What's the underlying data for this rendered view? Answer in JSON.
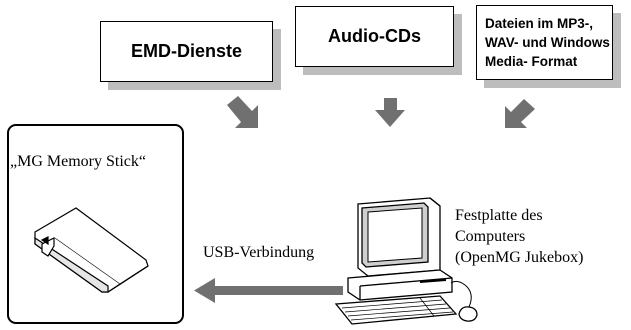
{
  "sources": [
    {
      "label": "EMD-Dienste"
    },
    {
      "label": "Audio-CDs"
    },
    {
      "label": "Dateien im MP3-,\nWAV- und Windows\nMedia- Format"
    }
  ],
  "memory_stick": {
    "label": "„MG Memory Stick“"
  },
  "connection": {
    "label": "USB-Verbindung"
  },
  "computer": {
    "label_lines": [
      "Festplatte des",
      "Computers",
      "(OpenMG Jukebox)"
    ]
  },
  "colors": {
    "arrow": "#707070",
    "shadow": "#bdbdbd"
  }
}
